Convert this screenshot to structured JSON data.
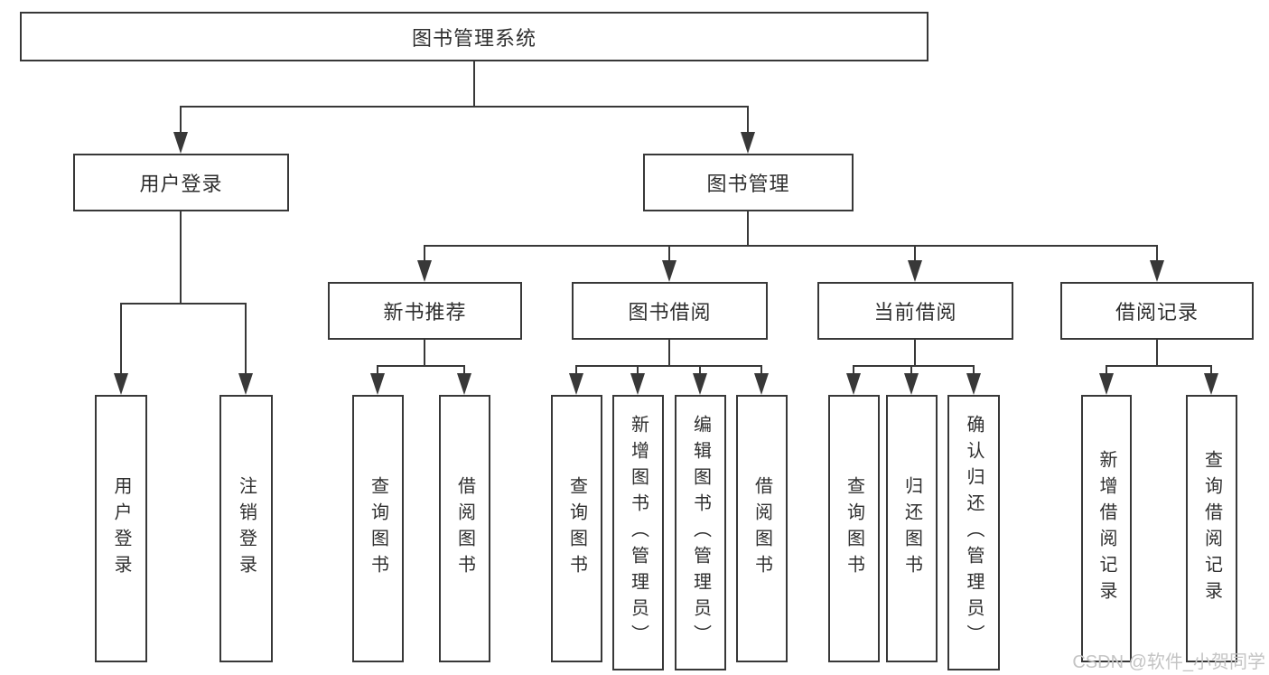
{
  "diagram": {
    "root": "图书管理系统",
    "login_branch": {
      "label": "用户登录",
      "children": [
        "用户登录",
        "注销登录"
      ]
    },
    "management_branch": {
      "label": "图书管理",
      "sections": [
        {
          "label": "新书推荐",
          "children": [
            "查询图书",
            "借阅图书"
          ]
        },
        {
          "label": "图书借阅",
          "children": [
            "查询图书",
            "新增图书（管理员）",
            "编辑图书（管理员）",
            "借阅图书"
          ]
        },
        {
          "label": "当前借阅",
          "children": [
            "查询图书",
            "归还图书",
            "确认归还（管理员）"
          ]
        },
        {
          "label": "借阅记录",
          "children": [
            "新增借阅记录",
            "查询借阅记录"
          ]
        }
      ]
    }
  },
  "watermark": "CSDN @软件_小贺同学",
  "colors": {
    "line": "#383838",
    "box_border": "#383838",
    "text": "#2f2f2f",
    "background": "#ffffff",
    "watermark": "#c4c4c4"
  }
}
